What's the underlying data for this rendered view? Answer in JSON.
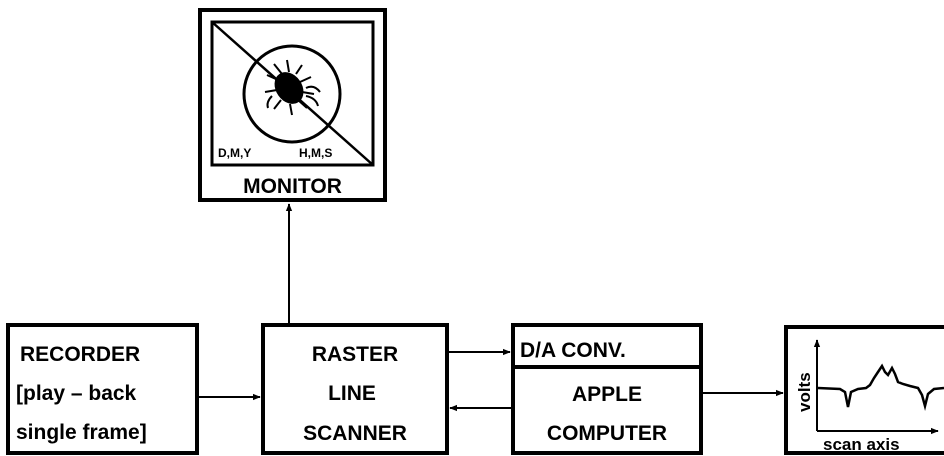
{
  "monitor": {
    "caption": "MONITOR",
    "date_label": "D,M,Y",
    "time_label": "H,M,S"
  },
  "recorder": {
    "line1": "RECORDER",
    "line2": "[play – back",
    "line3": "single frame]"
  },
  "scanner": {
    "line1": "RASTER",
    "line2": "LINE",
    "line3": "SCANNER"
  },
  "converter": {
    "label": "D/A CONV."
  },
  "computer": {
    "line1": "APPLE",
    "line2": "COMPUTER"
  },
  "plot": {
    "ylabel": "volts",
    "xlabel": "scan axis"
  }
}
